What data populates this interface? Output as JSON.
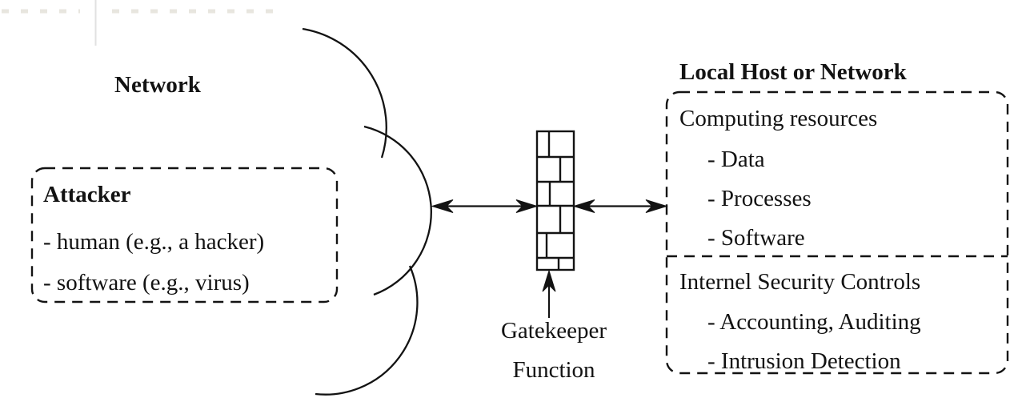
{
  "colors": {
    "line": "#131313",
    "background": "#ffffff",
    "artifact": "#d6d3c6"
  },
  "network": {
    "label": "Network"
  },
  "attacker_box": {
    "title": "Attacker",
    "items": [
      "- human (e.g., a hacker)",
      "- software (e.g., virus)"
    ]
  },
  "gatekeeper": {
    "line1": "Gatekeeper",
    "line2": "Function"
  },
  "local_host": {
    "header": "Local Host or Network",
    "computing_box": {
      "title": "Computing resources",
      "items": [
        "- Data",
        "- Processes",
        "- Software"
      ]
    },
    "security_box": {
      "title": "Internel Security Controls",
      "items": [
        "- Accounting, Auditing",
        "- Intrusion Detection"
      ]
    }
  }
}
